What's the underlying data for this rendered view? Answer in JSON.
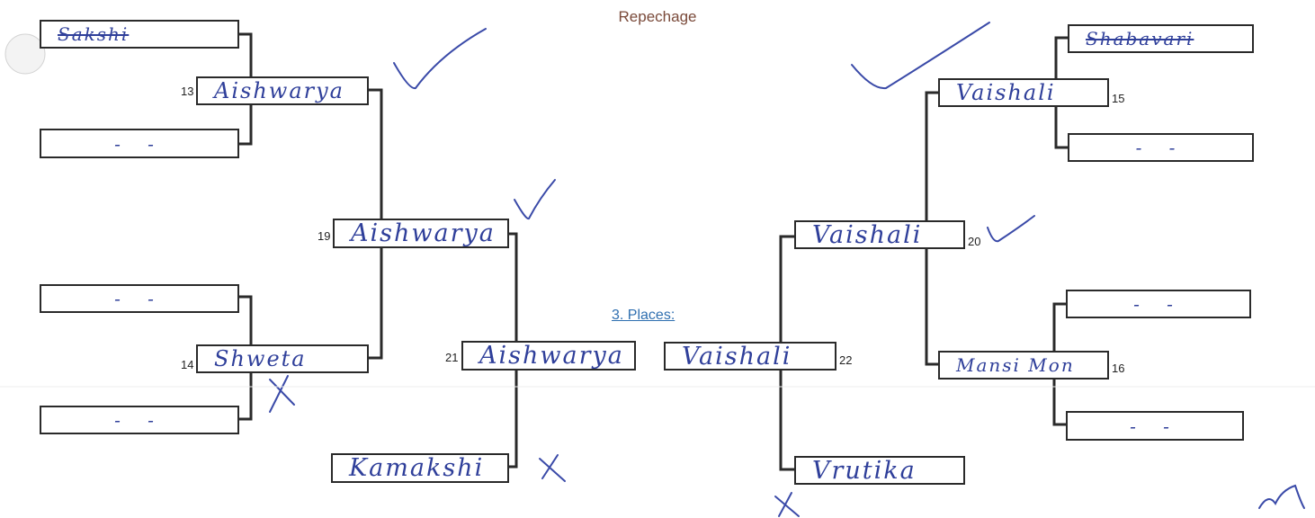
{
  "title": "Repechage",
  "places_label": "3. Places:",
  "colors": {
    "ink": "#2f3f9a",
    "line": "#2a2a2a",
    "title": "#7a4a3a",
    "link": "#2f6fb0"
  },
  "left": {
    "r1_top": "Sakshi",
    "r1_2": "- -",
    "r1_3": "- -",
    "r1_bottom": "- -",
    "m13": {
      "num": "13",
      "name": "Aishwarya"
    },
    "m14": {
      "num": "14",
      "name": "Shweta"
    },
    "m19": {
      "num": "19",
      "name": "Aishwarya"
    },
    "m21": {
      "num": "21",
      "name": "Aishwarya"
    },
    "other": "Kamakshi"
  },
  "right": {
    "r1_top": "Shabavari",
    "r1_2": "- -",
    "r1_3": "- -",
    "r1_bottom": "- -",
    "m15": {
      "num": "15",
      "name": "Vaishali"
    },
    "m16": {
      "num": "16",
      "name": "Mansi Mon"
    },
    "m20": {
      "num": "20",
      "name": "Vaishali"
    },
    "m22": {
      "num": "22",
      "name": "Vaishali"
    },
    "other": "Vrutika"
  }
}
